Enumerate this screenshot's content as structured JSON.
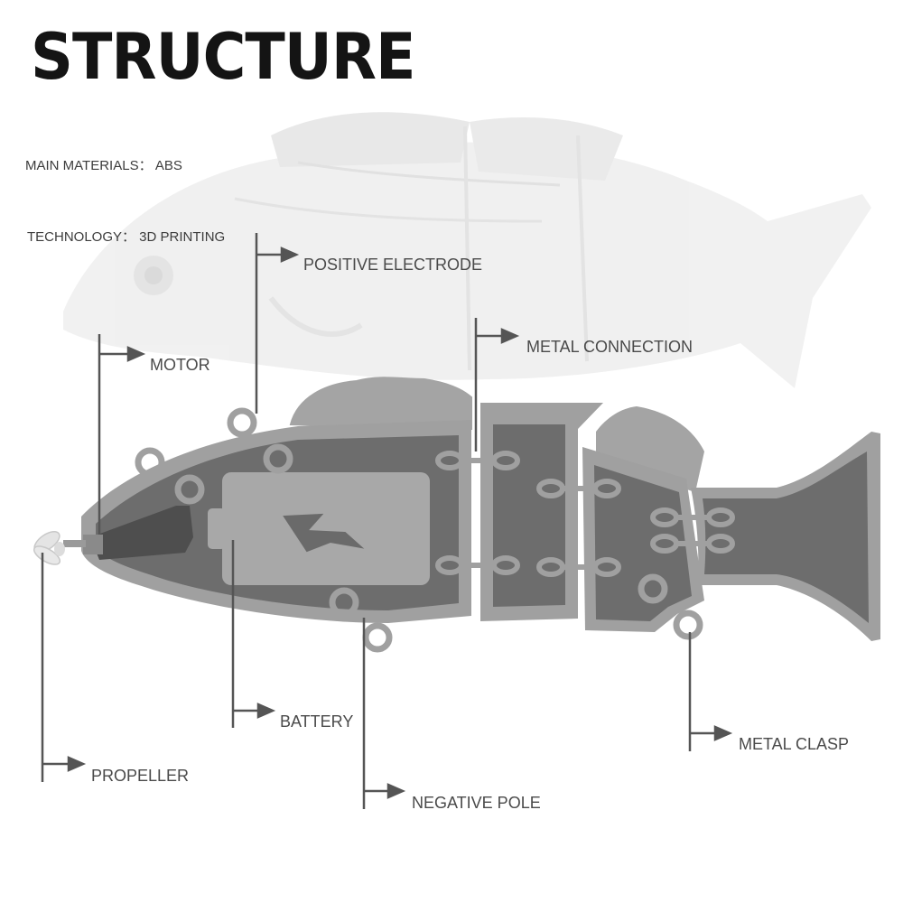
{
  "title": "STRUCTURE",
  "specs": {
    "materials": "MAIN MATERIALS： ABS",
    "technology": "TECHNOLOGY： 3D PRINTING"
  },
  "callouts": {
    "positive_electrode": "POSITIVE ELECTRODE",
    "motor": "MOTOR",
    "metal_connection": "METAL CONNECTION",
    "battery": "BATTERY",
    "propeller": "PROPELLER",
    "negative_pole": "NEGATIVE POLE",
    "metal_clasp": "METAL CLASP"
  },
  "colors": {
    "body_outline": "#a0a0a0",
    "body_fill": "#6e6e6e",
    "battery_fill": "#a5a5a5",
    "ghost_fish": "#ececec",
    "leader_line": "#555555"
  }
}
